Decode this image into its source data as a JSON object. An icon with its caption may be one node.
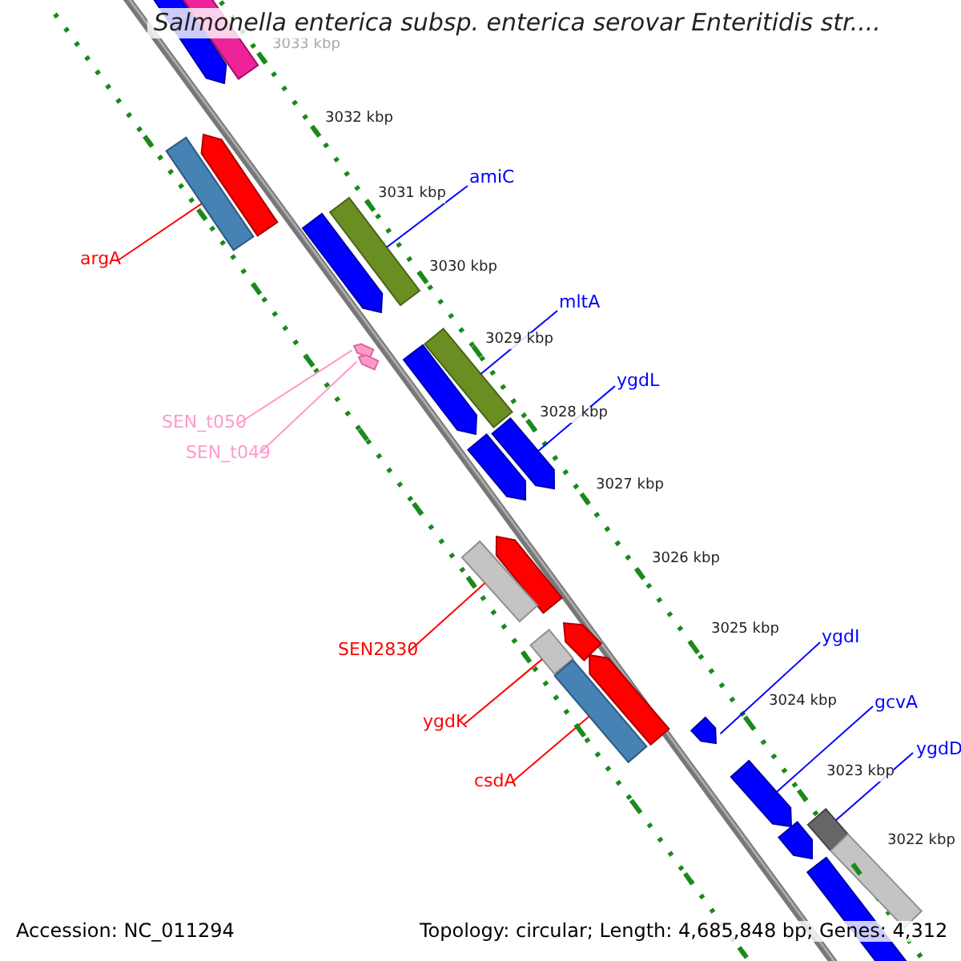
{
  "diagram": {
    "title": "Salmonella enterica subsp. enterica serovar Enteritidis str....",
    "nodes": [
      {
        "text": [
          "amiC"
        ]
      },
      {
        "text": [
          "argA"
        ]
      },
      {
        "text": [
          "mltA"
        ]
      },
      {
        "text": [
          "ygdL"
        ]
      },
      {
        "text": [
          "SEN_t050"
        ]
      },
      {
        "text": [
          "SEN_t049"
        ]
      },
      {
        "text": [
          "SEN2830"
        ]
      },
      {
        "text": [
          "ygdI"
        ]
      },
      {
        "text": [
          "ygdK"
        ]
      },
      {
        "text": [
          "gcvA"
        ]
      },
      {
        "text": [
          "csdA"
        ]
      },
      {
        "text": [
          "ygdD"
        ]
      },
      {
        "text": [],
        "shape": "bar"
      },
      {
        "text": [],
        "shape": "bar"
      },
      {
        "text": [],
        "shape": "bar"
      },
      {
        "text": [],
        "shape": "arrow"
      },
      {
        "text": [],
        "shape": "arrow"
      },
      {
        "text": [],
        "shape": "arrow"
      },
      {
        "text": [],
        "shape": "bar"
      },
      {
        "text": [],
        "shape": "arrow"
      },
      {
        "text": [],
        "shape": "bar"
      },
      {
        "text": [],
        "shape": "arrow"
      },
      {
        "text": [],
        "shape": "bar"
      },
      {
        "text": [],
        "shape": "bar"
      }
    ],
    "edges": [
      {
        "from": 0,
        "to": 12,
        "arrow": "none"
      },
      {
        "from": 1,
        "to": 13,
        "arrow": "none",
        "color": "#ff0000"
      },
      {
        "from": 2,
        "to": 14,
        "arrow": "none"
      },
      {
        "from": 3,
        "to": 15,
        "arrow": "none"
      },
      {
        "from": 4,
        "to": 16,
        "arrow": "none",
        "color": "#ff99cc"
      },
      {
        "from": 5,
        "to": 17,
        "arrow": "none",
        "color": "#ff99cc"
      },
      {
        "from": 6,
        "to": 18,
        "arrow": "none",
        "color": "#ff0000"
      },
      {
        "from": 7,
        "to": 19,
        "arrow": "none"
      },
      {
        "from": 8,
        "to": 20,
        "arrow": "none",
        "color": "#ff0000"
      },
      {
        "from": 9,
        "to": 21,
        "arrow": "none"
      },
      {
        "from": 10,
        "to": 22,
        "arrow": "none",
        "color": "#ff0000"
      },
      {
        "from": 11,
        "to": 23,
        "arrow": "none"
      }
    ],
    "labels": [
      "3033 kbp",
      "3032 kbp",
      "3031 kbp",
      "3030 kbp",
      "3029 kbp",
      "3028 kbp",
      "3027 kbp",
      "3026 kbp",
      "3025 kbp",
      "3024 kbp",
      "3023 kbp",
      "3022 kbp",
      "Accession: NC_011294",
      "Topology: circular; Length: 4,685,848 bp; Genes: 4,312"
    ]
  }
}
